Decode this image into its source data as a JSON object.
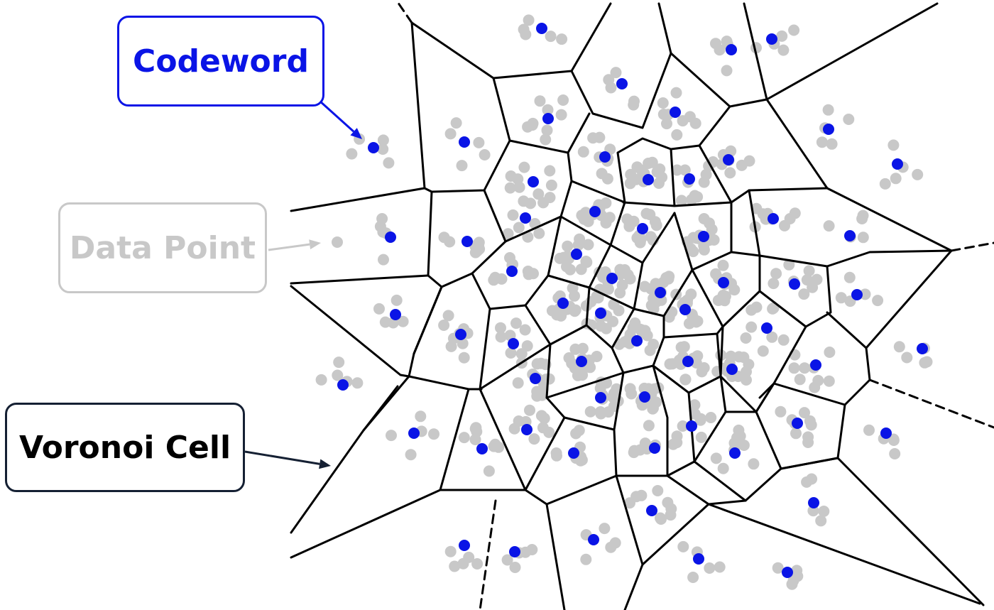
{
  "labels": {
    "codeword": "Codeword",
    "data_point": "Data Point",
    "voronoi_cell": "Voronoi Cell"
  },
  "colors": {
    "codeword": "#0a14e6",
    "data_point": "#c8c8c8",
    "cell_edge": "#000000",
    "voronoi_label": "#152033"
  }
}
